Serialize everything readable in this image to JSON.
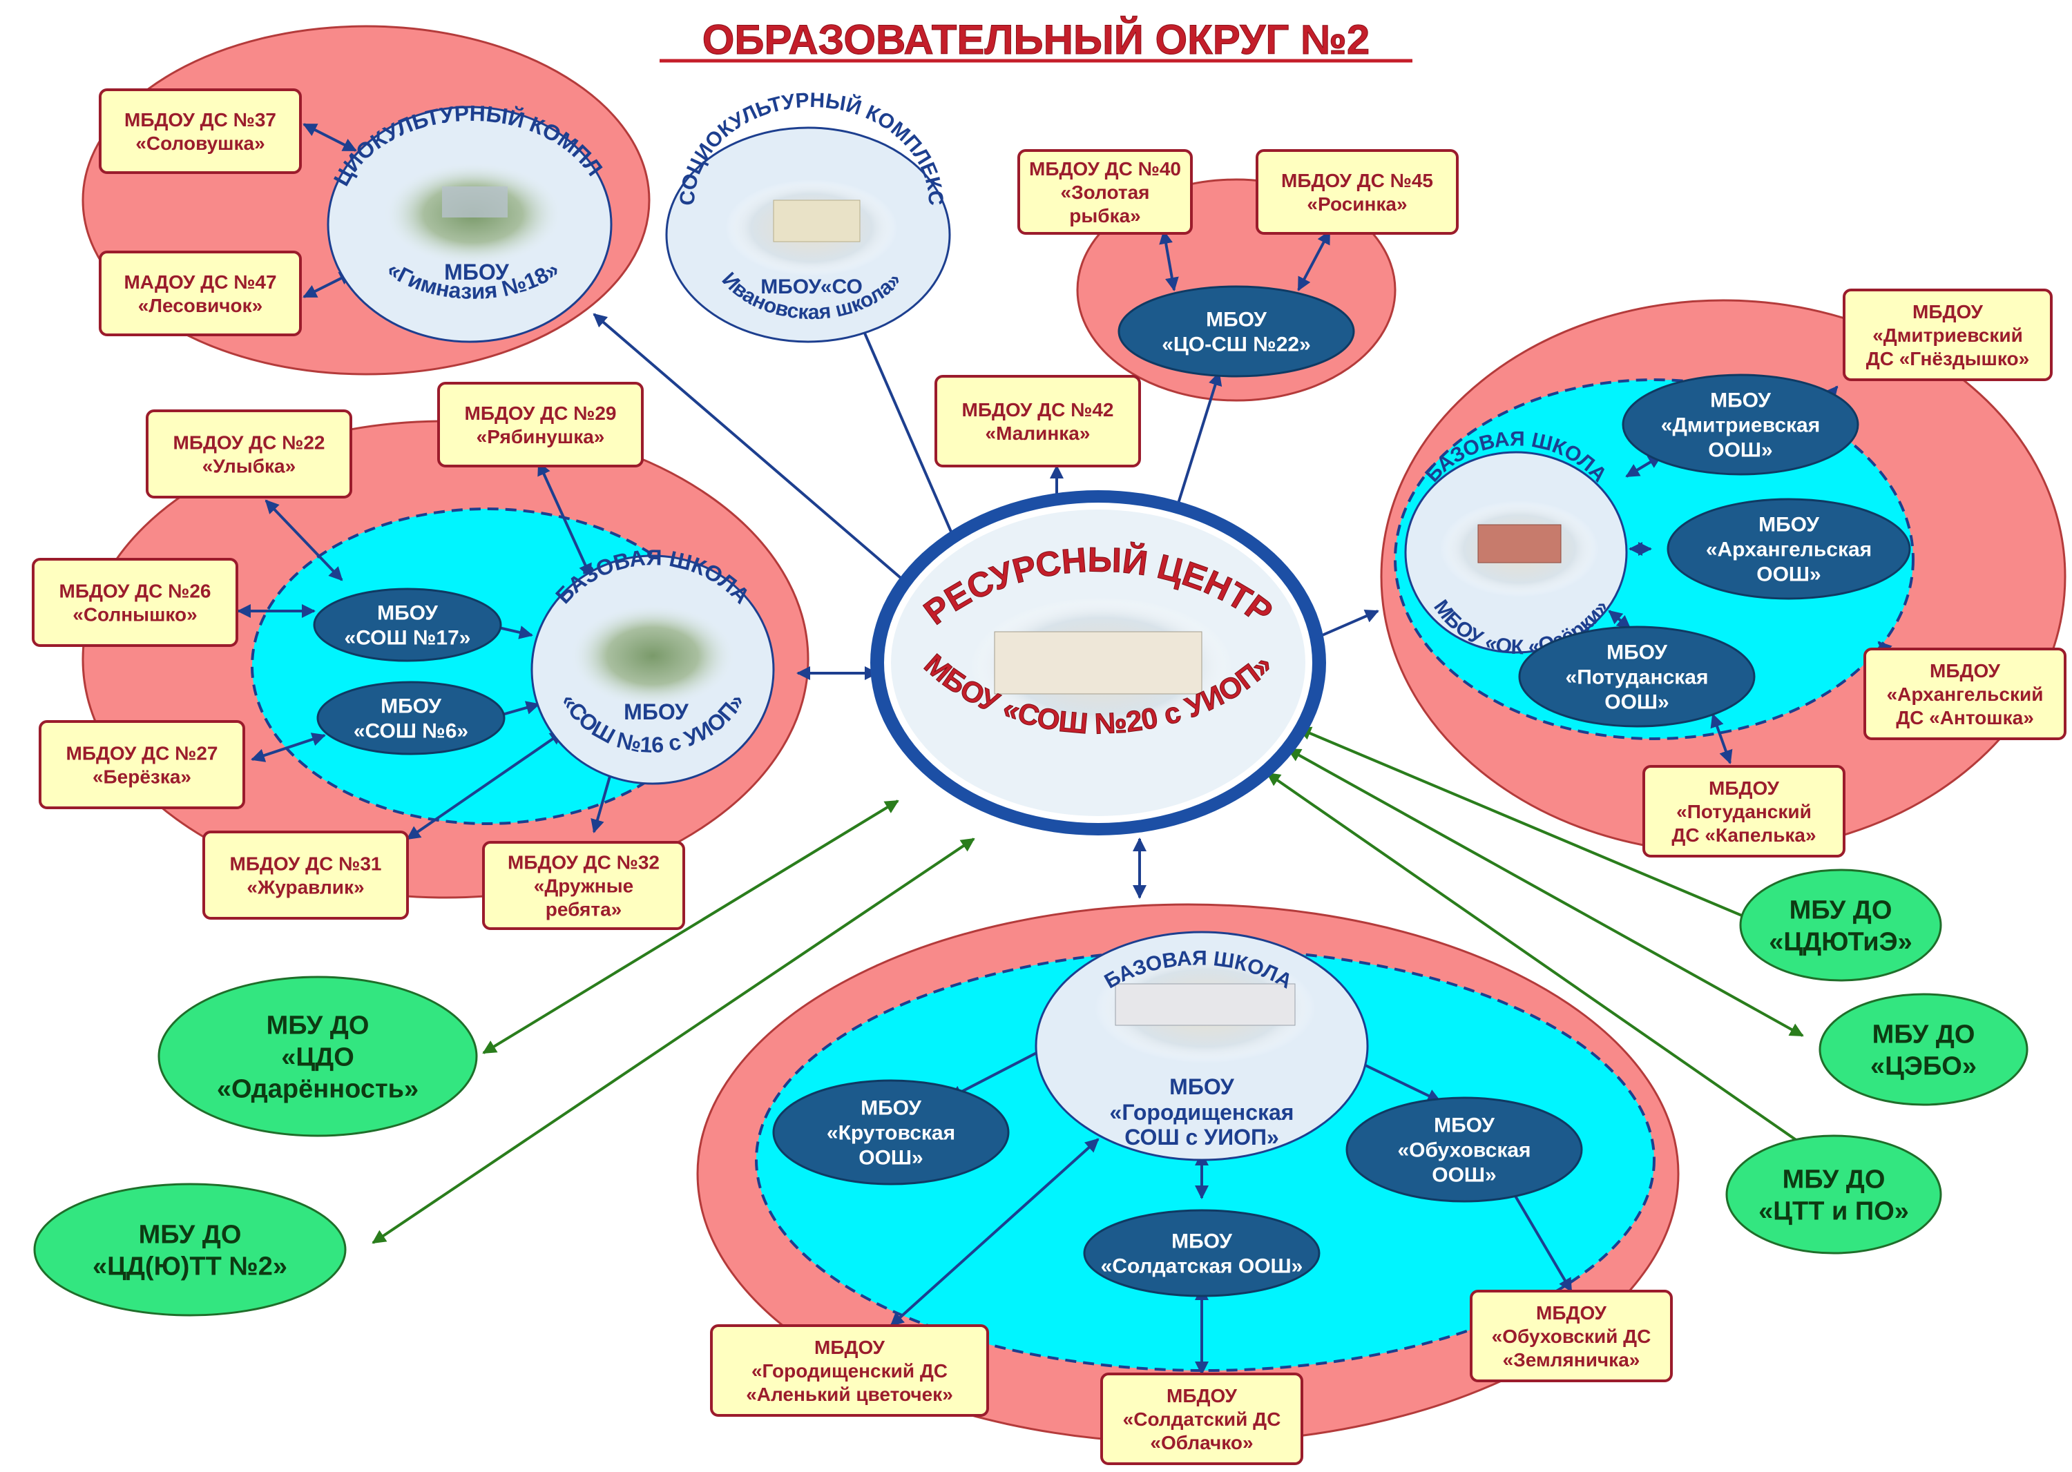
{
  "title": "ОБРАЗОВАТЕЛЬНЫЙ ОКРУГ №2",
  "colors": {
    "zone": "#f88a8a",
    "inner": "#00f5ff",
    "school": "#1c5a8c",
    "kindergarten_fill": "#ffffc0",
    "kindergarten_border": "#9b1c2c",
    "kindergarten_text": "#9b1c2c",
    "center_ring": "#1c4fa5",
    "center_text": "#c41e2a",
    "green": "#33e680",
    "blue_arrow": "#1d3f8f",
    "green_arrow": "#2a7d1c"
  },
  "center": {
    "top": "РЕСУРСНЫЙ ЦЕНТР",
    "bottom": "МБОУ «СОШ №20 с УИОП»"
  },
  "sk1": {
    "top": "СОЦИОКУЛЬТУРНЫЙ КОМПЛЕКС",
    "line1": "МБОУ",
    "line2": "«Гимназия №18»"
  },
  "sk2": {
    "top": "СОЦИОКУЛЬТУРНЫЙ КОМПЛЕКС",
    "line1": "МБОУ«СО",
    "line2": "Ивановская школа»"
  },
  "base_left": {
    "top": "БАЗОВАЯ ШКОЛА",
    "line1": "МБОУ",
    "line2": "«СОШ №16 с УИОП»"
  },
  "base_right": {
    "top": "БАЗОВАЯ ШКОЛА",
    "line1": "МБОУ «ОК «Озёрки»"
  },
  "base_bottom": {
    "top": "БАЗОВАЯ ШКОЛА",
    "lines": [
      "МБОУ",
      "«Городищенская",
      "СОШ с УИОП»"
    ]
  },
  "schools": {
    "s17": [
      "МБОУ",
      "«СОШ №17»"
    ],
    "s6": [
      "МБОУ",
      "«СОШ №6»"
    ],
    "co22": [
      "МБОУ",
      "«ЦО-СШ №22»"
    ],
    "dmitr": [
      "МБОУ",
      "«Дмитриевская",
      "ООШ»"
    ],
    "arkh": [
      "МБОУ",
      "«Архангельская",
      "ООШ»"
    ],
    "potud": [
      "МБОУ",
      "«Потуданская",
      "ООШ»"
    ],
    "krut": [
      "МБОУ",
      "«Крутовская",
      "ООШ»"
    ],
    "obukh": [
      "МБОУ",
      "«Обуховская",
      "ООШ»"
    ],
    "sold": [
      "МБОУ",
      "«Солдатская ООШ»"
    ]
  },
  "kindergartens": {
    "k37": [
      "МБДОУ ДС №37",
      "«Соловушка»"
    ],
    "k47": [
      "МАДОУ ДС №47",
      "«Лесовичок»"
    ],
    "k40": [
      "МБДОУ ДС №40",
      "«Золотая",
      "рыбка»"
    ],
    "k45": [
      "МБДОУ ДС №45",
      "«Росинка»"
    ],
    "k42": [
      "МБДОУ ДС №42",
      "«Малинка»"
    ],
    "k29": [
      "МБДОУ ДС №29",
      "«Рябинушка»"
    ],
    "k22": [
      "МБДОУ ДС №22",
      "«Улыбка»"
    ],
    "k26": [
      "МБДОУ ДС №26",
      "«Солнышко»"
    ],
    "k27": [
      "МБДОУ ДС №27",
      "«Берёзка»"
    ],
    "k31": [
      "МБДОУ ДС №31",
      "«Журавлик»"
    ],
    "k32": [
      "МБДОУ ДС №32",
      "«Дружные",
      "ребята»"
    ],
    "kdmitr": [
      "МБДОУ",
      "«Дмитриевский",
      "ДС «Гнёздышко»"
    ],
    "karkh": [
      "МБДОУ",
      "«Архангельский",
      "ДС «Антошка»"
    ],
    "kpotud": [
      "МБДОУ",
      "«Потуданский",
      "ДС «Капелька»"
    ],
    "kgor": [
      "МБДОУ",
      "«Городищенский ДС",
      "«Аленький цветочек»"
    ],
    "ksold": [
      "МБДОУ",
      "«Солдатский ДС",
      "«Облачко»"
    ],
    "kobukh": [
      "МБДОУ",
      "«Обуховский ДС",
      "«Земляничка»"
    ]
  },
  "green": {
    "cdyut": [
      "МБУ ДО",
      "«ЦДЮТиЭ»"
    ],
    "cebo": [
      "МБУ ДО",
      "«ЦЭБО»"
    ],
    "ctt": [
      "МБУ ДО",
      "«ЦТТ и ПО»"
    ],
    "cdo": [
      "МБУ ДО",
      "«ЦДО",
      "«Одарённость»"
    ],
    "cdutt": [
      "МБУ ДО",
      "«ЦД(Ю)ТТ №2»"
    ]
  }
}
